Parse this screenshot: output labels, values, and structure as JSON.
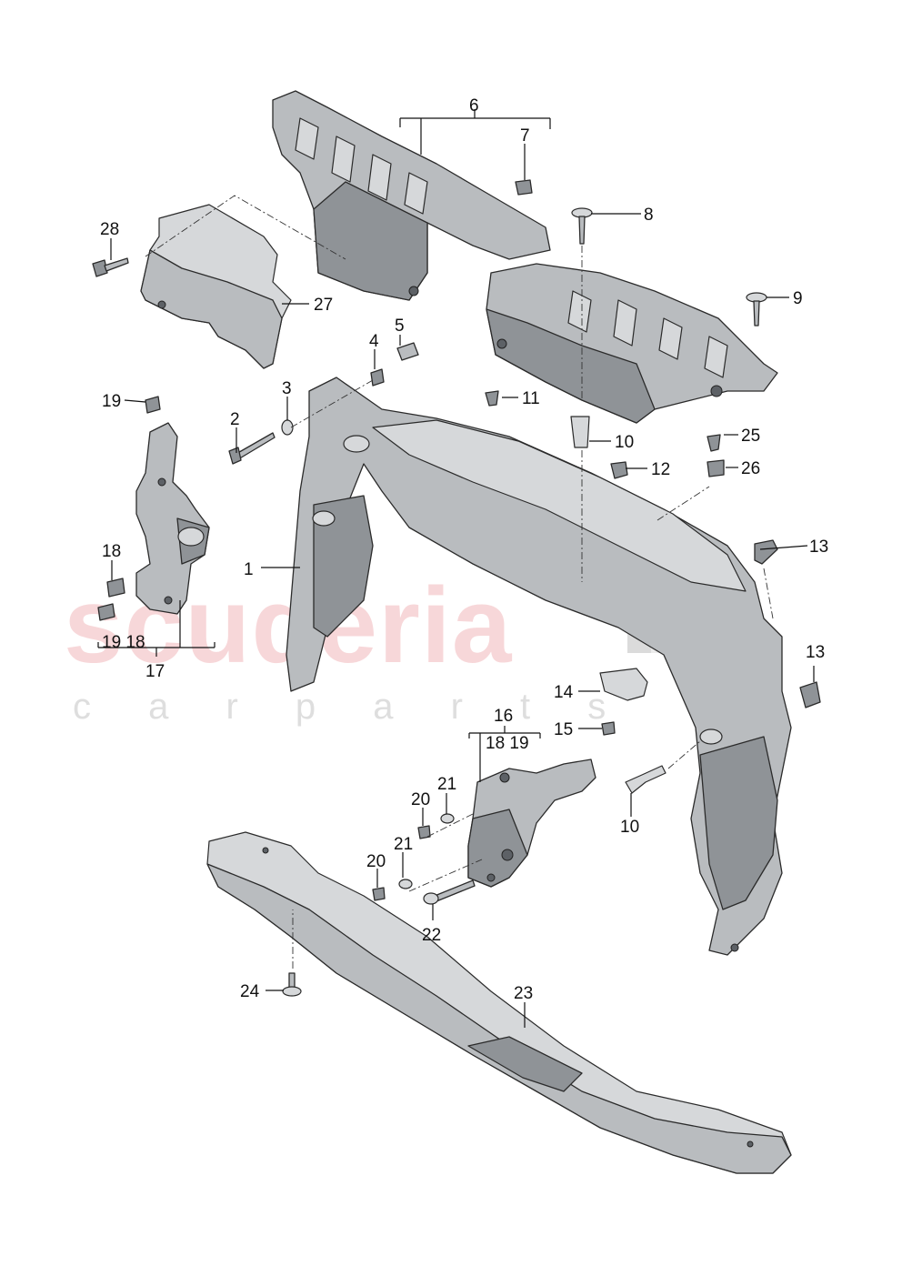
{
  "watermark": {
    "brand": "scuderia",
    "tagline": "c a r   p a r t s"
  },
  "callouts": [
    {
      "id": "c1",
      "text": "1"
    },
    {
      "id": "c2",
      "text": "2"
    },
    {
      "id": "c3",
      "text": "3"
    },
    {
      "id": "c4",
      "text": "4"
    },
    {
      "id": "c5",
      "text": "5"
    },
    {
      "id": "c6",
      "text": "6"
    },
    {
      "id": "c7",
      "text": "7"
    },
    {
      "id": "c8",
      "text": "8"
    },
    {
      "id": "c9",
      "text": "9"
    },
    {
      "id": "c10a",
      "text": "10"
    },
    {
      "id": "c10b",
      "text": "10"
    },
    {
      "id": "c11",
      "text": "11"
    },
    {
      "id": "c12",
      "text": "12"
    },
    {
      "id": "c13a",
      "text": "13"
    },
    {
      "id": "c13b",
      "text": "13"
    },
    {
      "id": "c14",
      "text": "14"
    },
    {
      "id": "c15",
      "text": "15"
    },
    {
      "id": "c16",
      "text": "16"
    },
    {
      "id": "c16s",
      "text": "18 19"
    },
    {
      "id": "c17",
      "text": "17"
    },
    {
      "id": "c17s",
      "text": "19  18"
    },
    {
      "id": "c18",
      "text": "18"
    },
    {
      "id": "c19a",
      "text": "19"
    },
    {
      "id": "c20a",
      "text": "20"
    },
    {
      "id": "c20b",
      "text": "20"
    },
    {
      "id": "c21a",
      "text": "21"
    },
    {
      "id": "c21b",
      "text": "21"
    },
    {
      "id": "c22",
      "text": "22"
    },
    {
      "id": "c23",
      "text": "23"
    },
    {
      "id": "c24",
      "text": "24"
    },
    {
      "id": "c25",
      "text": "25"
    },
    {
      "id": "c26",
      "text": "26"
    },
    {
      "id": "c27",
      "text": "27"
    },
    {
      "id": "c28",
      "text": "28"
    }
  ]
}
